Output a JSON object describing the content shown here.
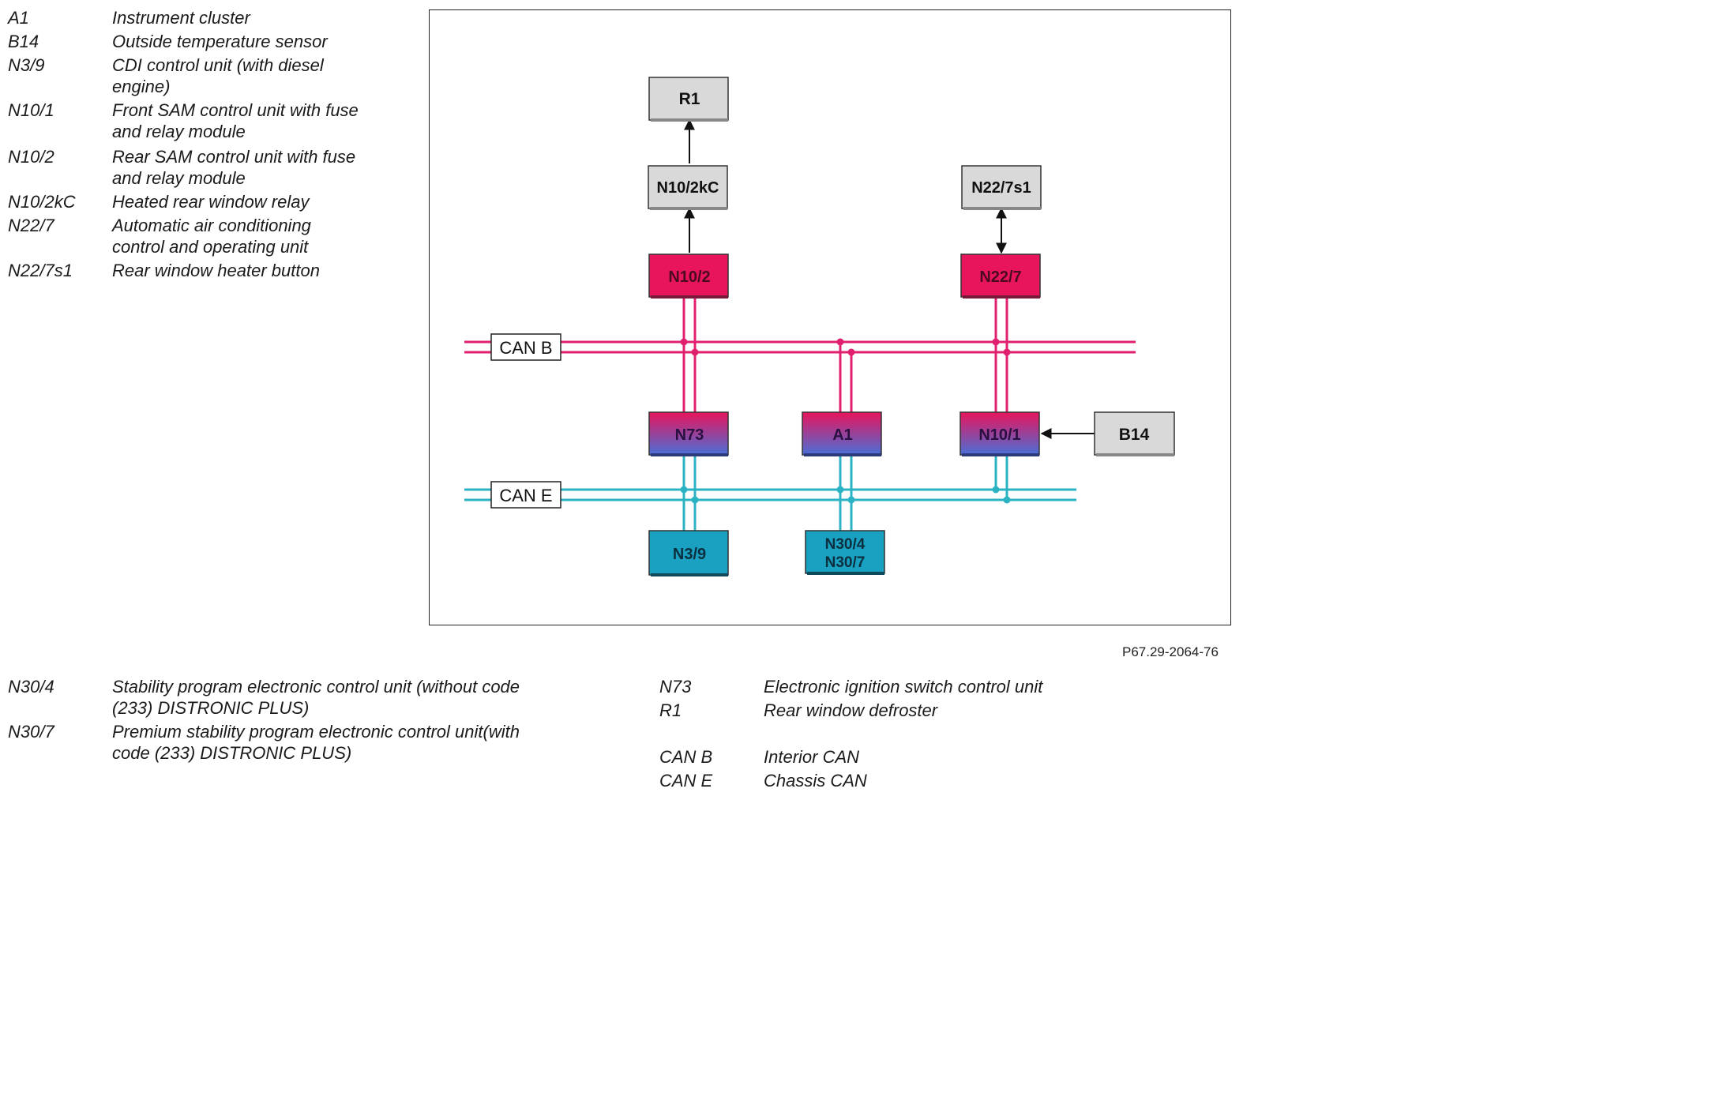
{
  "legend_top": [
    {
      "code": "A1",
      "desc": [
        "Instrument cluster"
      ]
    },
    {
      "code": "B14",
      "desc": [
        "Outside temperature sensor"
      ]
    },
    {
      "code": "N3/9",
      "desc": [
        "CDI control unit (with diesel",
        "engine)"
      ]
    },
    {
      "code": "N10/1",
      "desc": [
        "Front SAM control unit with fuse",
        "and relay module"
      ]
    },
    {
      "code": "N10/2",
      "desc": [
        "Rear SAM control unit with fuse",
        "and relay module"
      ]
    },
    {
      "code": "N10/2kC",
      "desc": [
        "Heated rear window relay"
      ]
    },
    {
      "code": "N22/7",
      "desc": [
        "Automatic air conditioning",
        "control and operating unit"
      ]
    },
    {
      "code": "N22/7s1",
      "desc": [
        "Rear window heater button"
      ]
    }
  ],
  "legend_bottom_left": [
    {
      "code": "N30/4",
      "desc": [
        "Stability program electronic control unit (without code",
        "(233) DISTRONIC PLUS)"
      ]
    },
    {
      "code": "N30/7",
      "desc": [
        "Premium stability program electronic control unit(with",
        "code (233) DISTRONIC PLUS)"
      ]
    }
  ],
  "legend_bottom_right": [
    {
      "code": "N73",
      "desc": [
        "Electronic ignition switch control unit"
      ]
    },
    {
      "code": "R1",
      "desc": [
        "Rear window defroster"
      ]
    },
    {
      "code": "CAN B",
      "desc": [
        "Interior CAN"
      ]
    },
    {
      "code": "CAN E",
      "desc": [
        "Chassis CAN"
      ]
    }
  ],
  "figure_ref": "P67.29-2064-76",
  "diagram": {
    "bus_labels": {
      "can_b": "CAN B",
      "can_e": "CAN E"
    },
    "nodes": {
      "r1": "R1",
      "n10_2kc": "N10/2kC",
      "n22_7s1": "N22/7s1",
      "n10_2": "N10/2",
      "n22_7": "N22/7",
      "n73": "N73",
      "a1": "A1",
      "n10_1": "N10/1",
      "b14": "B14",
      "n3_9": "N3/9",
      "n30_4": "N30/4",
      "n30_7": "N30/7"
    },
    "colors": {
      "can_b": "#e0206e",
      "can_e": "#2bb3c4",
      "can_b_unit": "#e8145c",
      "can_e_unit": "#1aa0c0",
      "gateway_top": "#e8145c",
      "gateway_bottom": "#4a6fd6",
      "peripheral": "#d8d8d8"
    }
  }
}
